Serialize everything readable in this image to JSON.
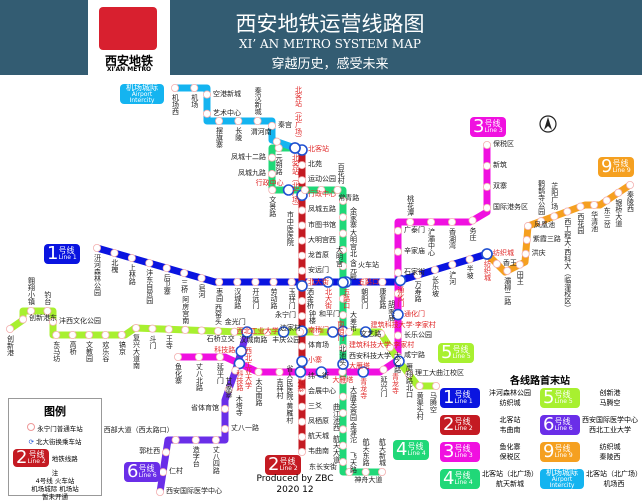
{
  "header": {
    "logo_cn": "西安地铁",
    "logo_en": "XI'AN METRO",
    "title_cn": "西安地铁运营线路图",
    "title_en": "XI’ AN METRO SYSTEM MAP",
    "slogan": "穿越历史，感受未来"
  },
  "compass_icon": "north-arrow",
  "lines": [
    {
      "id": "1",
      "label": "号线",
      "en": "Line 1",
      "color": "#0a14e0",
      "stations": [
        "汧河森林公园",
        "北槐",
        "上林路",
        "沣东自贸园",
        "后卫寨",
        "三桥",
        "皂河",
        "枣园",
        "汉城路",
        "开远门",
        "劳动路",
        "玉祥门",
        "洒金桥",
        "北大街",
        "五路口",
        "朝阳门",
        "康复路",
        "通化门",
        "万寿路",
        "长乐坡",
        "浐河",
        "半坡",
        "纺织城"
      ]
    },
    {
      "id": "2",
      "label": "号线",
      "en": "Line 2",
      "color": "#c41a22",
      "stations": [
        "北客站",
        "北苑",
        "运动公园",
        "行政中心",
        "凤城五路",
        "市图书馆",
        "大明宫西",
        "龙首原",
        "安远门",
        "北大街",
        "钟楼",
        "永宁门",
        "南稍门",
        "体育场",
        "小寨",
        "纬一街",
        "会展中心",
        "三爻",
        "凤栖原",
        "航天城",
        "韦曲南"
      ]
    },
    {
      "id": "3",
      "label": "号线",
      "en": "Line 3",
      "color": "#f010e0",
      "stations": [
        "鱼化寨",
        "丈八北路",
        "延平门",
        "科技路",
        "太白南路",
        "吉祥村",
        "小寨",
        "大雁塔",
        "北池头",
        "青龙寺",
        "延兴门",
        "咸宁路",
        "长乐公园",
        "通化门",
        "胡家庙",
        "石家街",
        "辛家庙",
        "广泰门",
        "桃花潭",
        "浐灞中心",
        "香湖湾",
        "务庄",
        "国际港务区",
        "双寨",
        "新筑",
        "保税区"
      ]
    },
    {
      "id": "4",
      "label": "号线",
      "en": "Line 4",
      "color": "#20d878",
      "stations": [
        "北客站（北广场）",
        "元朔路",
        "凤城十二路",
        "凤城九路",
        "文景路",
        "行政中心",
        "市中医医院",
        "常青路",
        "百花村",
        "余家寨",
        "大明宫北",
        "大明宫",
        "含元殿",
        "火车站",
        "五路口",
        "大差市",
        "和平门",
        "建筑科技大学·李家村",
        "西安科技大学",
        "大雁塔",
        "大唐芙蓉园",
        "曲江池西",
        "金滹沱",
        "航天大道",
        "飞天路",
        "东长安街",
        "神舟大道",
        "航天东路",
        "航天新城"
      ]
    },
    {
      "id": "5",
      "label": "号线",
      "en": "Line 5",
      "color": "#a8f030",
      "stations": [
        "创新港",
        "创新港东",
        "翱翔小镇",
        "钓台",
        "沣西文化公园",
        "东马坊",
        "高桥",
        "文教园",
        "欢乐谷",
        "镐京",
        "复兴大道南",
        "斗门",
        "王寺",
        "阿房宫南",
        "石桥立交",
        "西窑头",
        "汉城南路",
        "金光门",
        "丰庆公园",
        "西北工业大学",
        "边家村",
        "省人民医院·黄雁村",
        "南稍门",
        "文艺路",
        "建筑科技大学·李家村",
        "太乙路",
        "雁翔路北口",
        "青龙寺",
        "理工大曲江校区",
        "黄渠头村",
        "马腾空"
      ]
    },
    {
      "id": "6",
      "label": "号线",
      "en": "Line 6",
      "color": "#6a2ee8",
      "stations": [
        "西北工业大学",
        "科技路",
        "甘家寨",
        "木塔寺",
        "省体育馆",
        "丈八一路",
        "丈八四路",
        "造字台",
        "西部大道（西太路口）",
        "郭杜西",
        "仁村",
        "西安国际医学中心"
      ]
    },
    {
      "id": "9",
      "label": "号线",
      "en": "Line 9",
      "color": "#f5a020",
      "stations": [
        "纺织城",
        "香王",
        "灞柳二路",
        "田王",
        "洪庆",
        "紫霞三路",
        "凤凰池",
        "鹳鹊寺公园",
        "芷阳广场",
        "西工程大·西科大（临潼校区）",
        "西花园",
        "华清池",
        "东三岔",
        "银桥大道",
        "秦陵西"
      ]
    },
    {
      "id": "",
      "label": "机场城际",
      "en": "Airport Intercity",
      "color": "#14b4f0",
      "stations": [
        "机场西",
        "机场",
        "空港新城",
        "艺术中心",
        "摆旗寨",
        "长陵",
        "秦汉新城",
        "秦宫",
        "渭河南",
        "北客站（北广场）"
      ]
    }
  ],
  "transfer_stations": [
    "北客站（北广场）",
    "北客站",
    "行政中心",
    "北大街",
    "五路口",
    "通化门",
    "纺织城",
    "西北工业大学",
    "南稍门",
    "建筑科技大学·李家村",
    "科技路",
    "小寨",
    "大雁塔",
    "青龙寺"
  ],
  "legend": {
    "title": "图例",
    "normal": "永宁门普通车站",
    "transfer": "北大街换乘车站",
    "line_badge_num": "2",
    "line_badge_text": "号线",
    "line_badge_en": "Line 2",
    "line": "地铁线路",
    "note_title": "注",
    "note": [
      "4号线 火车站",
      "机场城际 机场站",
      "暂未开通"
    ]
  },
  "terminals": {
    "title": "各线路首末站",
    "rows": [
      {
        "line": 0,
        "ends": [
          "沣河森林公园",
          "纺织城"
        ]
      },
      {
        "line": 4,
        "ends": [
          "创新港",
          "马腾空"
        ]
      },
      {
        "line": 1,
        "ends": [
          "北客站",
          "韦曲南"
        ]
      },
      {
        "line": 5,
        "ends": [
          "西安国际医学中心",
          "西北工业大学"
        ]
      },
      {
        "line": 2,
        "ends": [
          "鱼化寨",
          "保税区"
        ]
      },
      {
        "line": 6,
        "ends": [
          "纺织城",
          "秦陵西"
        ]
      },
      {
        "line": 3,
        "ends": [
          "北客站（北广场）",
          "航天新城"
        ]
      },
      {
        "line": 7,
        "ends": [
          "北客站（北广场）",
          "机场西"
        ]
      }
    ]
  },
  "credit": {
    "line1": "Produced by ZBC",
    "line2": "2020 12"
  }
}
